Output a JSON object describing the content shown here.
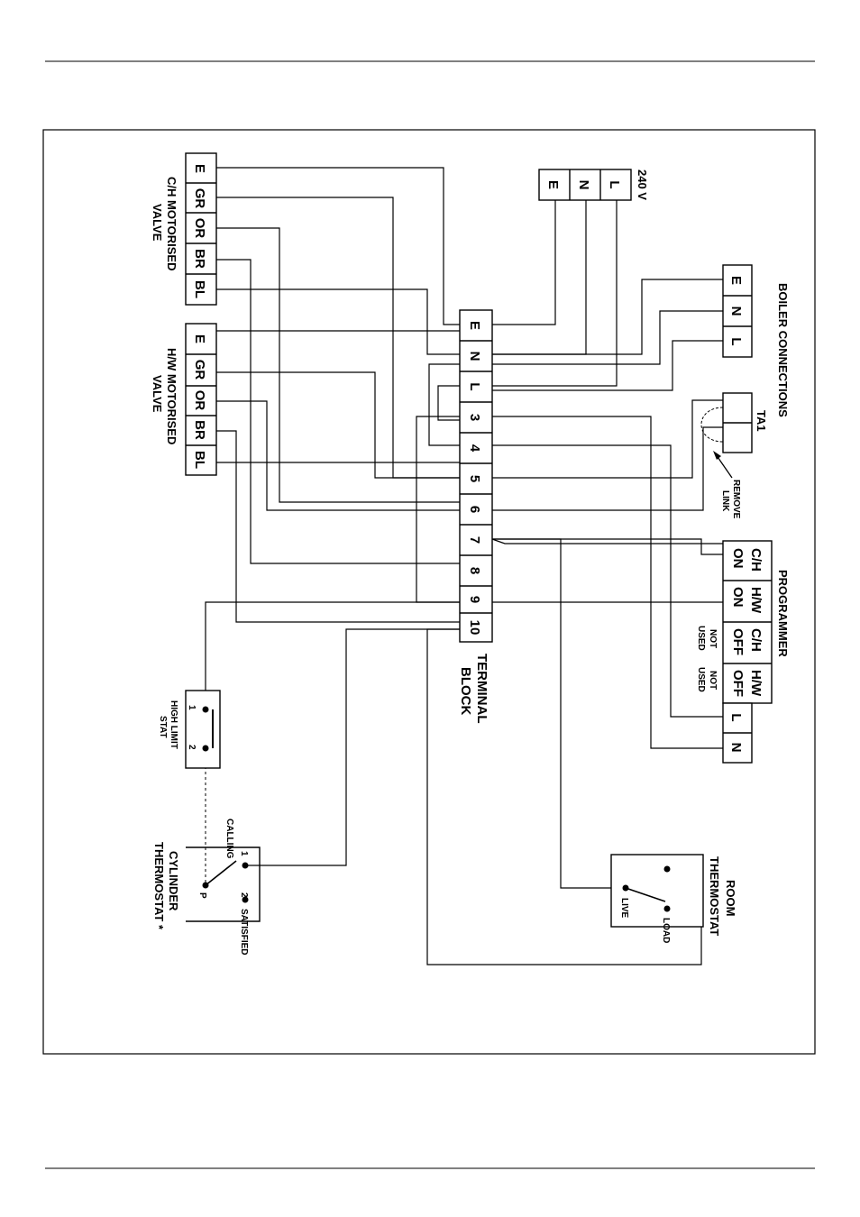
{
  "supply": {
    "voltage_label": "240 V",
    "terminals": [
      "E",
      "N",
      "L"
    ]
  },
  "boiler": {
    "title": "BOILER CONNECTIONS",
    "terminals": [
      "E",
      "N",
      "L"
    ]
  },
  "ta1": {
    "label": "TA1",
    "remove_link": [
      "REMOVE",
      "LINK"
    ]
  },
  "ch_valve": {
    "title_lines": [
      "C/H MOTORISED",
      "VALVE"
    ],
    "terminals": [
      "E",
      "GR",
      "OR",
      "BR",
      "BL"
    ]
  },
  "hw_valve": {
    "title_lines": [
      "H/W MOTORISED",
      "VALVE"
    ],
    "terminals": [
      "E",
      "GR",
      "OR",
      "BR",
      "BL"
    ]
  },
  "terminal_block": {
    "title_lines": [
      "TERMINAL",
      "BLOCK"
    ],
    "terminals": [
      "E",
      "N",
      "L",
      "3",
      "4",
      "5",
      "6",
      "7",
      "8",
      "9",
      "10"
    ]
  },
  "programmer": {
    "title": "PROGRAMMER",
    "columns": [
      {
        "top": "C/H",
        "bottom": "ON",
        "note": ""
      },
      {
        "top": "H/W",
        "bottom": "ON",
        "note": ""
      },
      {
        "top": "C/H",
        "bottom": "OFF",
        "note_lines": [
          "NOT",
          "USED"
        ]
      },
      {
        "top": "H/W",
        "bottom": "OFF",
        "note_lines": [
          "NOT",
          "USED"
        ]
      }
    ],
    "power_terminals": [
      "L",
      "N"
    ]
  },
  "high_limit_stat": {
    "title_lines": [
      "HIGH LIMIT",
      "STAT"
    ],
    "terminal_1": "1",
    "terminal_2": "2"
  },
  "cylinder_thermostat": {
    "title_lines": [
      "CYLINDER",
      "THERMOSTAT *"
    ],
    "calling": "CALLING",
    "satisfied": "SATISFIED",
    "terminal_1": "1",
    "terminal_2": "2",
    "terminal_p": "P"
  },
  "room_thermostat": {
    "title_lines": [
      "ROOM",
      "THERMOSTAT"
    ],
    "live": "LIVE",
    "load": "LOAD"
  }
}
